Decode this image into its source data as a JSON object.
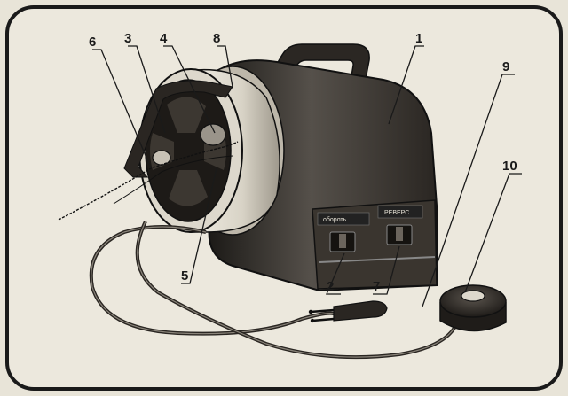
{
  "callouts": [
    {
      "id": "c1",
      "number": "1"
    },
    {
      "id": "c2",
      "number": "2"
    },
    {
      "id": "c3",
      "number": "3"
    },
    {
      "id": "c4",
      "number": "4"
    },
    {
      "id": "c5",
      "number": "5"
    },
    {
      "id": "c6",
      "number": "6"
    },
    {
      "id": "c7",
      "number": "7"
    },
    {
      "id": "c8",
      "number": "8"
    },
    {
      "id": "c9",
      "number": "9"
    },
    {
      "id": "c10",
      "number": "10"
    }
  ],
  "device_labels": {
    "left_switch": "обороть",
    "right_switch": "РЕВЕРС"
  },
  "colors": {
    "paper": "#e8e4d8",
    "ink": "#1a1a1a",
    "body_dark": "#2e2a25",
    "body_mid": "#4a4540"
  }
}
